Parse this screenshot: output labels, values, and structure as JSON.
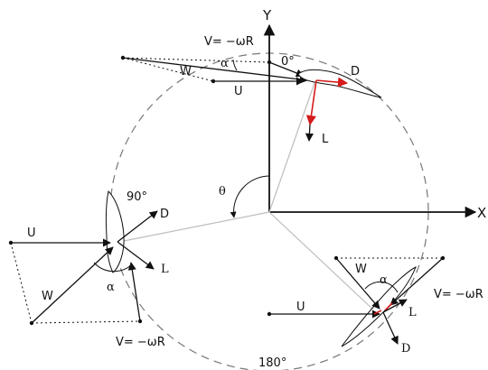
{
  "axes": {
    "x_label": "X",
    "y_label": "Y"
  },
  "angles": {
    "theta": "θ",
    "top": "0°",
    "left": "90°",
    "bottom": "180°"
  },
  "positions": {
    "top": {
      "V": "V= −ωR",
      "W": "W",
      "U": "U",
      "D": "D",
      "L": "L",
      "alpha": "α"
    },
    "left": {
      "U": "U",
      "W": "W",
      "D": "D",
      "L": "L",
      "alpha": "α",
      "V": "V= −ωR"
    },
    "bottom": {
      "W": "W",
      "U": "U",
      "D": "D",
      "L": "L",
      "alpha": "α",
      "V": "V= −ωR"
    }
  },
  "colors": {
    "lift_drag_top": "#d41a1a",
    "line": "#111111",
    "circle": "#777777"
  }
}
